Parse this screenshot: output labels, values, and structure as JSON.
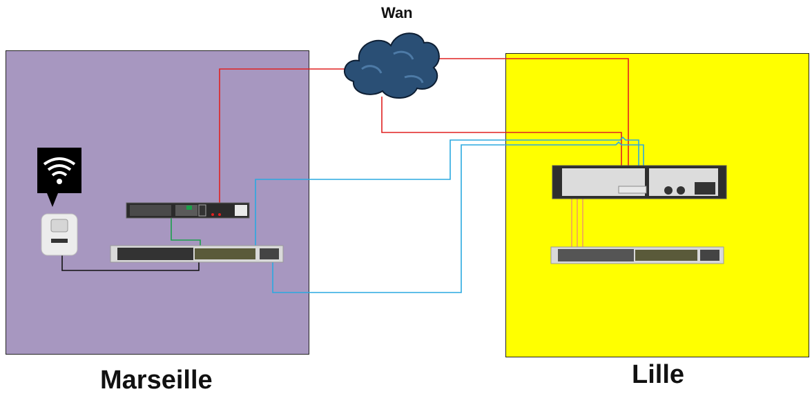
{
  "wan": {
    "label": "Wan"
  },
  "sites": [
    {
      "name": "Marseille",
      "color": "#a797c0"
    },
    {
      "name": "Lille",
      "color": "#ffff00"
    }
  ],
  "link_colors": {
    "wan": "#e02020",
    "inter_site": "#2aa9e0",
    "access_point": "#111111",
    "router_switch": "#1aa04a",
    "server_switch": "#f0a060"
  },
  "icons": [
    "cloud-icon",
    "wifi-icon",
    "access-point-icon",
    "router-icon",
    "switch-icon",
    "server-icon"
  ]
}
